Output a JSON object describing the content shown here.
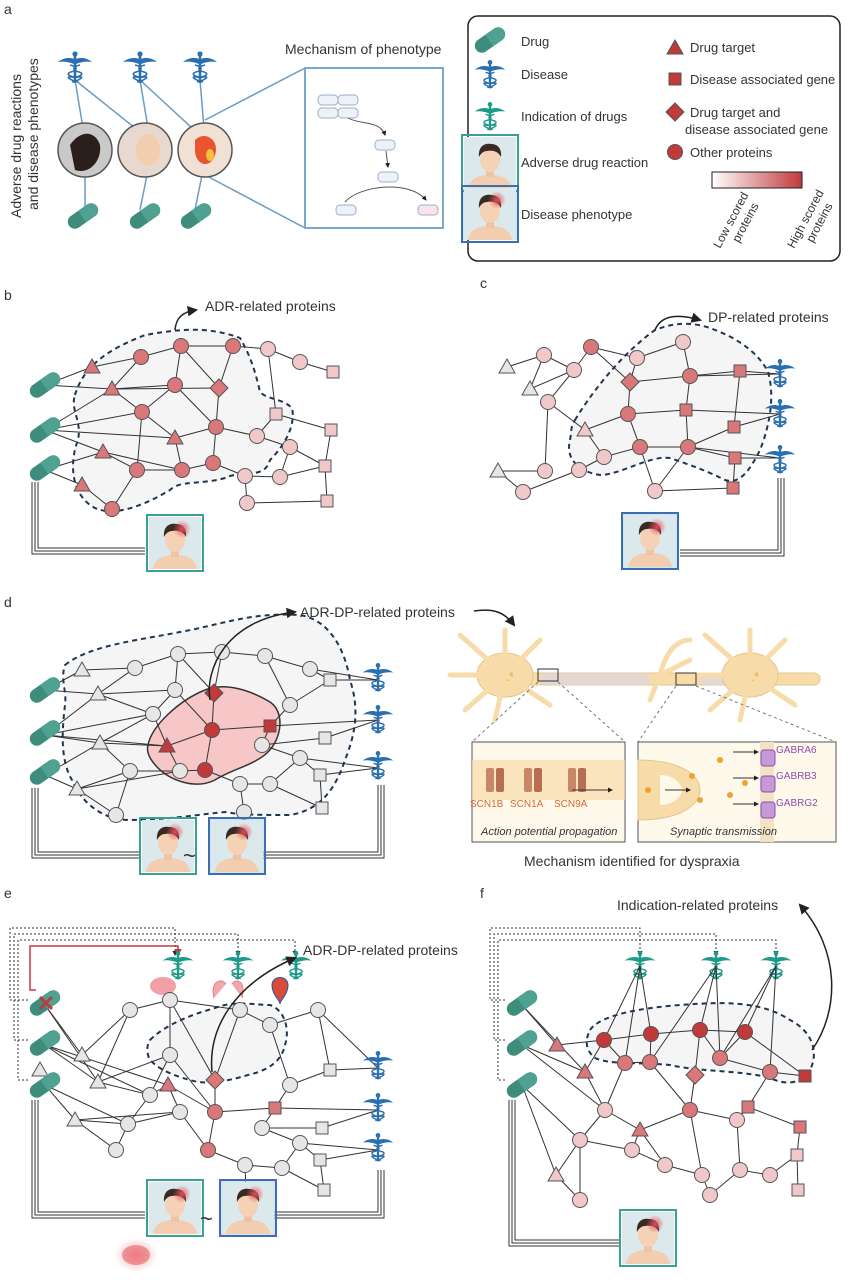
{
  "panels": {
    "a": {
      "label": "a",
      "side_title_line1": "Adverse drug reactions",
      "side_title_line2": "and disease phenotypes",
      "mechanism_title": "Mechanism of phenotype"
    },
    "b": {
      "label": "b",
      "callout": "ADR-related proteins"
    },
    "c": {
      "label": "c",
      "callout": "DP-related proteins"
    },
    "d": {
      "label": "d",
      "callout": "ADR-DP-related proteins",
      "tilde": "~",
      "caption": "Mechanism identified for dyspraxia",
      "box1_title": "Action potential propagation",
      "box2_title": "Synaptic transmission",
      "channels": [
        "SCN1B",
        "SCN1A",
        "SCN9A"
      ],
      "receptors": [
        "GABRA6",
        "GABRB3",
        "GABRG2"
      ]
    },
    "e": {
      "label": "e",
      "callout": "ADR-DP-related proteins",
      "tilde": "~"
    },
    "f": {
      "label": "f",
      "callout": "Indication-related proteins"
    }
  },
  "legend": {
    "left": [
      "Drug",
      "Disease",
      "Indication of drugs",
      "Adverse drug reaction",
      "Disease phenotype"
    ],
    "right": [
      "Drug target",
      "Disease associated gene",
      "Drug target and",
      "disease associated gene",
      "Other proteins"
    ],
    "low_line1": "Low scored",
    "low_line2": "proteins",
    "high_line1": "High scored",
    "high_line2": "proteins"
  },
  "colors": {
    "drug": "#3d8c7c",
    "disease": "#2a6fb0",
    "indication": "#1f9a8a",
    "dark_red": "#c0393b",
    "mid_red": "#d9777a",
    "light_red": "#f1c8c9",
    "grey_node": "#e6e6e6",
    "node_stroke": "#555555",
    "dashed": "#1f3550",
    "overlap_fill": "#f7c6c6",
    "neuron": "#f7dcaa"
  }
}
